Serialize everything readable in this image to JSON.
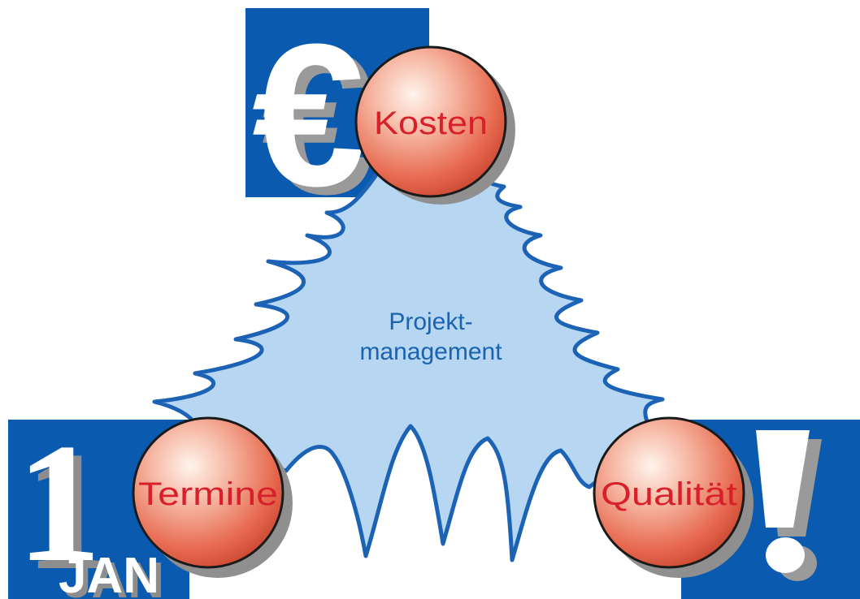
{
  "center": {
    "line1": "Projekt-",
    "line2": "management"
  },
  "spheres": {
    "top": "Kosten",
    "left": "Termine",
    "right": "Qualität"
  },
  "decorations": {
    "calendar_number": "1",
    "calendar_month": "JAN",
    "euro_symbol": "€",
    "exclamation": "!"
  },
  "colors": {
    "panel_blue": "#0a5bb0",
    "star_fill": "#b6d6f2",
    "star_stroke": "#1c63b5",
    "sphere_red": "#e85a4a",
    "label_red": "#d8202a",
    "text_blue": "#1a63b0"
  }
}
